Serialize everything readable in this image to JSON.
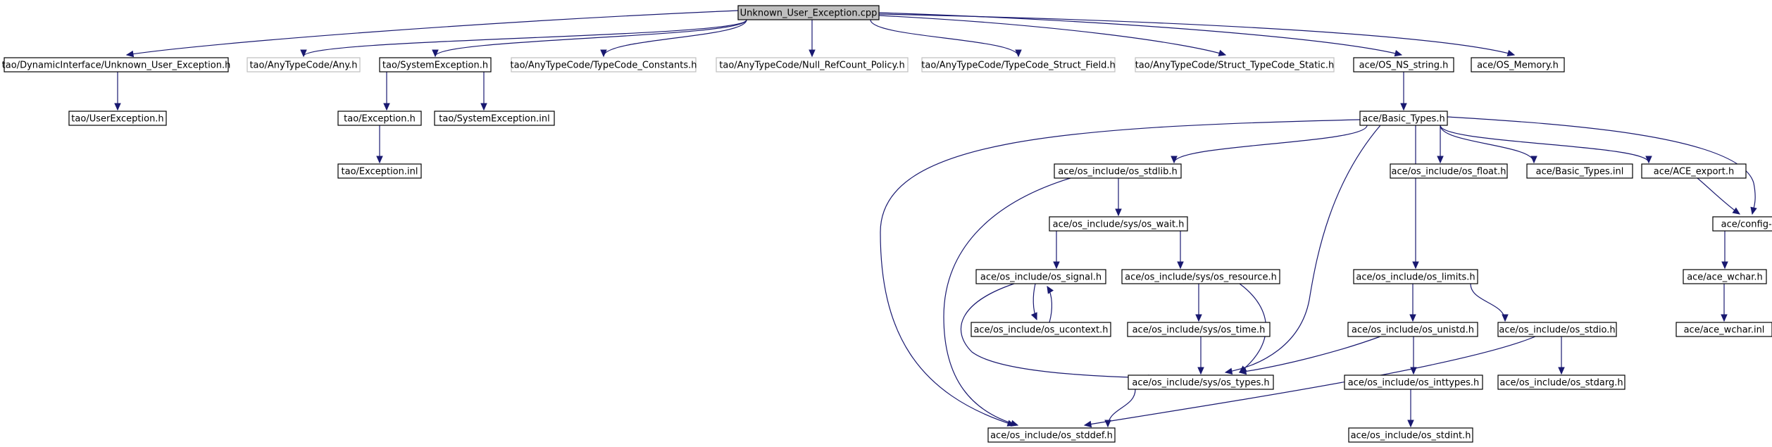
{
  "colors": {
    "edge": "#191970",
    "root_fill": "#bfbfbf",
    "missing_border": "#bfbfbf",
    "node_border": "#000000"
  },
  "nodes": [
    {
      "id": "root",
      "label": "Unknown_User_Exception.cpp",
      "kind": "root"
    },
    {
      "id": "due",
      "label": "tao/DynamicInterface/Unknown_User_Exception.h",
      "kind": "normal"
    },
    {
      "id": "any",
      "label": "tao/AnyTypeCode/Any.h",
      "kind": "missing"
    },
    {
      "id": "sysexc",
      "label": "tao/SystemException.h",
      "kind": "normal"
    },
    {
      "id": "tcc",
      "label": "tao/AnyTypeCode/TypeCode_Constants.h",
      "kind": "missing"
    },
    {
      "id": "nrp",
      "label": "tao/AnyTypeCode/Null_RefCount_Policy.h",
      "kind": "missing"
    },
    {
      "id": "tsf",
      "label": "tao/AnyTypeCode/TypeCode_Struct_Field.h",
      "kind": "missing"
    },
    {
      "id": "stcs",
      "label": "tao/AnyTypeCode/Struct_TypeCode_Static.h",
      "kind": "missing"
    },
    {
      "id": "nss",
      "label": "ace/OS_NS_string.h",
      "kind": "normal"
    },
    {
      "id": "osm",
      "label": "ace/OS_Memory.h",
      "kind": "normal"
    },
    {
      "id": "userexc",
      "label": "tao/UserException.h",
      "kind": "normal"
    },
    {
      "id": "exch",
      "label": "tao/Exception.h",
      "kind": "normal"
    },
    {
      "id": "sysinl",
      "label": "tao/SystemException.inl",
      "kind": "normal"
    },
    {
      "id": "excinl",
      "label": "tao/Exception.inl",
      "kind": "normal"
    },
    {
      "id": "bt",
      "label": "ace/Basic_Types.h",
      "kind": "normal"
    },
    {
      "id": "stdlib",
      "label": "ace/os_include/os_stdlib.h",
      "kind": "normal"
    },
    {
      "id": "float",
      "label": "ace/os_include/os_float.h",
      "kind": "normal"
    },
    {
      "id": "btinl",
      "label": "ace/Basic_Types.inl",
      "kind": "normal"
    },
    {
      "id": "aceexp",
      "label": "ace/ACE_export.h",
      "kind": "normal"
    },
    {
      "id": "wait",
      "label": "ace/os_include/sys/os_wait.h",
      "kind": "normal"
    },
    {
      "id": "cfg",
      "label": "ace/config-lite.h",
      "kind": "normal"
    },
    {
      "id": "signal",
      "label": "ace/os_include/os_signal.h",
      "kind": "normal"
    },
    {
      "id": "resource",
      "label": "ace/os_include/sys/os_resource.h",
      "kind": "normal"
    },
    {
      "id": "limits",
      "label": "ace/os_include/os_limits.h",
      "kind": "normal"
    },
    {
      "id": "wchar",
      "label": "ace/ace_wchar.h",
      "kind": "normal"
    },
    {
      "id": "ucontext",
      "label": "ace/os_include/os_ucontext.h",
      "kind": "normal"
    },
    {
      "id": "time",
      "label": "ace/os_include/sys/os_time.h",
      "kind": "normal"
    },
    {
      "id": "unistd",
      "label": "ace/os_include/os_unistd.h",
      "kind": "normal"
    },
    {
      "id": "stdio",
      "label": "ace/os_include/os_stdio.h",
      "kind": "normal"
    },
    {
      "id": "wcharinl",
      "label": "ace/ace_wchar.inl",
      "kind": "normal"
    },
    {
      "id": "types",
      "label": "ace/os_include/sys/os_types.h",
      "kind": "normal"
    },
    {
      "id": "inttypes",
      "label": "ace/os_include/os_inttypes.h",
      "kind": "normal"
    },
    {
      "id": "stdarg",
      "label": "ace/os_include/os_stdarg.h",
      "kind": "normal"
    },
    {
      "id": "stddef",
      "label": "ace/os_include/os_stddef.h",
      "kind": "normal"
    },
    {
      "id": "stdint",
      "label": "ace/os_include/os_stdint.h",
      "kind": "normal"
    }
  ],
  "edges": [
    [
      "root",
      "due"
    ],
    [
      "root",
      "any"
    ],
    [
      "root",
      "sysexc"
    ],
    [
      "root",
      "tcc"
    ],
    [
      "root",
      "nrp"
    ],
    [
      "root",
      "tsf"
    ],
    [
      "root",
      "stcs"
    ],
    [
      "root",
      "nss"
    ],
    [
      "root",
      "osm"
    ],
    [
      "due",
      "userexc"
    ],
    [
      "sysexc",
      "exch"
    ],
    [
      "sysexc",
      "sysinl"
    ],
    [
      "exch",
      "excinl"
    ],
    [
      "nss",
      "bt"
    ],
    [
      "bt",
      "stdlib"
    ],
    [
      "bt",
      "float"
    ],
    [
      "bt",
      "btinl"
    ],
    [
      "bt",
      "aceexp"
    ],
    [
      "bt",
      "cfg"
    ],
    [
      "bt",
      "limits"
    ],
    [
      "bt",
      "types"
    ],
    [
      "bt",
      "stddef"
    ],
    [
      "aceexp",
      "cfg"
    ],
    [
      "cfg",
      "wchar"
    ],
    [
      "wchar",
      "wcharinl"
    ],
    [
      "stdlib",
      "wait"
    ],
    [
      "stdlib",
      "stddef"
    ],
    [
      "wait",
      "signal"
    ],
    [
      "wait",
      "resource"
    ],
    [
      "signal",
      "ucontext"
    ],
    [
      "ucontext",
      "signal"
    ],
    [
      "signal",
      "types"
    ],
    [
      "resource",
      "time"
    ],
    [
      "resource",
      "types"
    ],
    [
      "time",
      "types"
    ],
    [
      "limits",
      "unistd"
    ],
    [
      "limits",
      "stdio"
    ],
    [
      "unistd",
      "types"
    ],
    [
      "unistd",
      "inttypes"
    ],
    [
      "inttypes",
      "stdint"
    ],
    [
      "stdio",
      "stdarg"
    ],
    [
      "stdio",
      "stddef"
    ],
    [
      "types",
      "stddef"
    ]
  ]
}
